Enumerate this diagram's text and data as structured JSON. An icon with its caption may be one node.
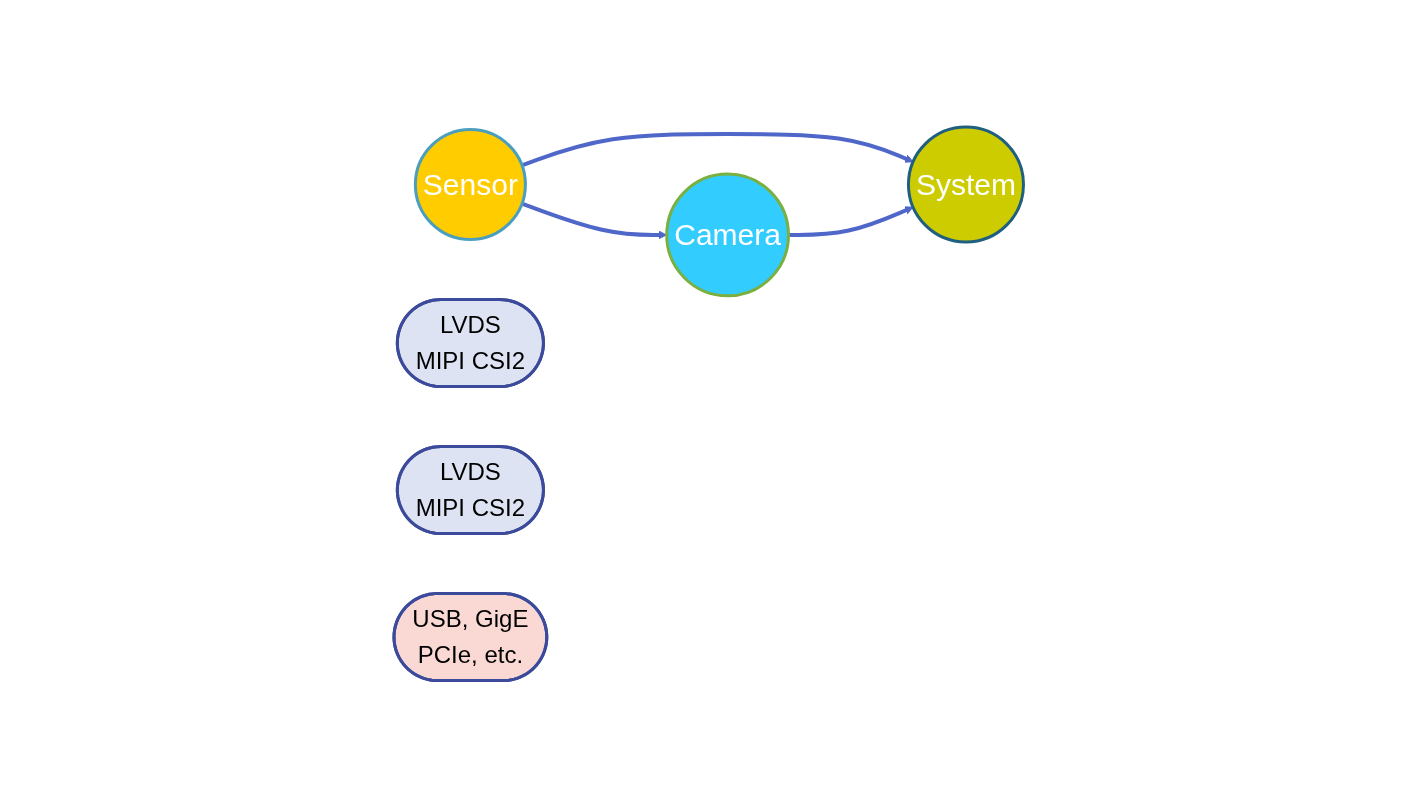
{
  "diagram": {
    "nodes": [
      {
        "text": [
          "Sensor"
        ]
      },
      {
        "text": [
          "LVDS",
          "MIPI CSI2"
        ]
      },
      {
        "text": [
          "LVDS",
          "MIPI CSI2"
        ]
      },
      {
        "text": [
          "Camera"
        ]
      },
      {
        "text": [
          "System"
        ]
      },
      {
        "text": [
          "USB, GigE",
          "PCIe, etc."
        ]
      }
    ],
    "edges": [
      {
        "from": 0,
        "to": 3,
        "arrow": "to"
      },
      {
        "from": 0,
        "to": 4,
        "arrow": "to"
      },
      {
        "from": 3,
        "to": 4,
        "arrow": "to"
      }
    ]
  }
}
